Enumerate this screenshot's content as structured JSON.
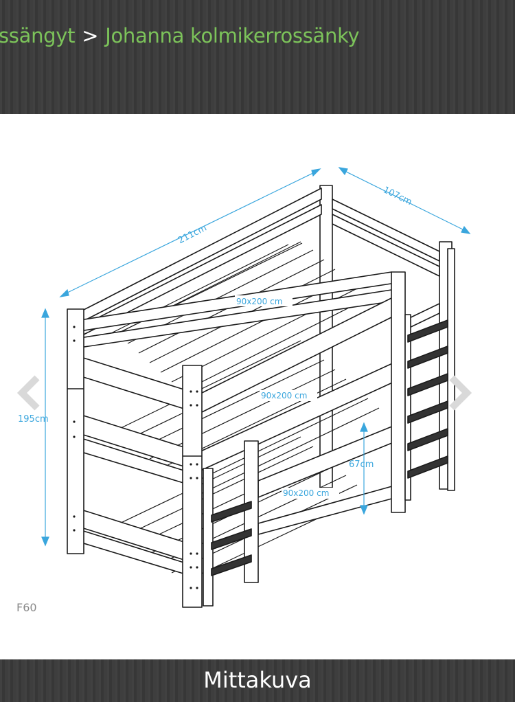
{
  "breadcrumb": {
    "parent": "ssängyt",
    "separator": ">",
    "current": "Johanna kolmikerrossänky"
  },
  "drawing": {
    "dimensions": {
      "length": "211cm",
      "width": "107cm",
      "height": "195cm",
      "level_gap": "67cm"
    },
    "mattress_labels": [
      "90x200 cm",
      "90x200 cm",
      "90x200 cm"
    ],
    "drawing_code": "F60"
  },
  "caption": "Mittakuva",
  "colors": {
    "header_bg": "#3a3a3a",
    "breadcrumb_link": "#7cc35a",
    "dimension_line": "#3aa6dd",
    "drawing_stroke": "#1a1a1a",
    "ladder_step": "#333333"
  },
  "icons": {
    "previous": "chevron-left-icon",
    "next": "chevron-right-icon"
  }
}
